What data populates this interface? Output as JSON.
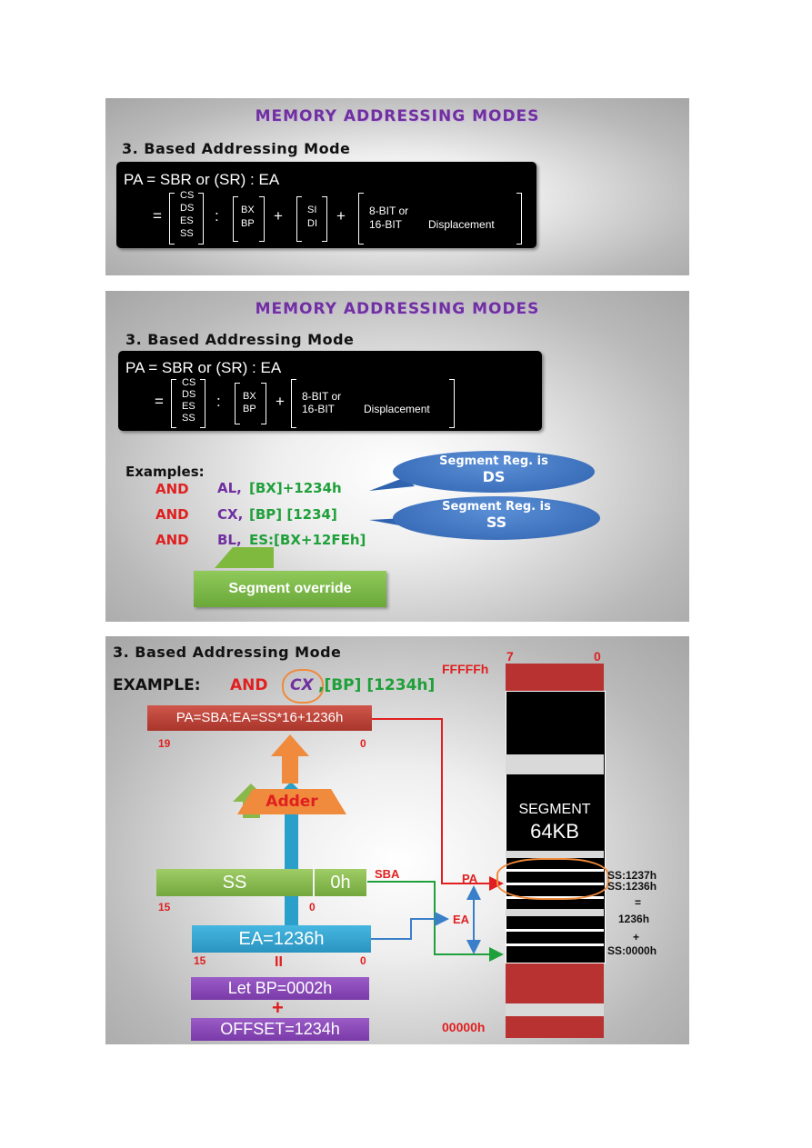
{
  "slide1": {
    "title": "MEMORY ADDRESSING MODES",
    "subtitle": "3. Based Addressing Mode",
    "formula": "PA = SBR or (SR) : EA",
    "eq": "=",
    "segs": [
      "CS",
      "DS",
      "ES",
      "SS"
    ],
    "colon": ":",
    "base": [
      "BX",
      "BP"
    ],
    "plus": "+",
    "index": [
      "SI",
      "DI"
    ],
    "disp1": "8-BIT or",
    "disp2": "16-BIT",
    "disp_word": "Displacement"
  },
  "slide2": {
    "title": "MEMORY ADDRESSING MODES",
    "subtitle": "3. Based Addressing Mode",
    "formula": "PA = SBR or (SR) : EA",
    "eq": "=",
    "segs": [
      "CS",
      "DS",
      "ES",
      "SS"
    ],
    "colon": ":",
    "base": [
      "BX",
      "BP"
    ],
    "plus": "+",
    "disp1": "8-BIT or",
    "disp2": "16-BIT",
    "disp_word": "Displacement",
    "examples_label": "Examples:",
    "examples": [
      {
        "op": "AND",
        "reg": "AL,",
        "mem": "[BX]+1234h"
      },
      {
        "op": "AND",
        "reg": "CX,",
        "mem": "[BP] [1234]"
      },
      {
        "op": "AND",
        "reg": "BL,",
        "mem": "ES:[BX+12FEh]"
      }
    ],
    "bubble1_l1": "Segment Reg. is",
    "bubble1_l2": "DS",
    "bubble2_l1": "Segment Reg. is",
    "bubble2_l2": "SS",
    "override": "Segment override"
  },
  "slide3": {
    "subtitle": "3. Based Addressing Mode",
    "example_label": "EXAMPLE:",
    "ex_op": "AND",
    "ex_reg": "CX",
    "ex_mem": ",[BP] [1234h]",
    "pa_box": "PA=SBA:EA=SS*16+1236h",
    "pa_hi": "19",
    "pa_lo": "0",
    "adder": "Adder",
    "ss": "SS",
    "zero_h": "0h",
    "sba": "SBA",
    "ss_hi": "15",
    "ss_lo": "0",
    "ea_box": "EA=1236h",
    "ea_hi": "15",
    "ea_lo": "0",
    "equals_sign": "II",
    "bp_box": "Let BP=0002h",
    "plus_sign": "+",
    "offset_box": "OFFSET=1234h",
    "pa_label": "PA",
    "ea_label": "EA",
    "top_addr": "FFFFFh",
    "bit7": "7",
    "bit0": "0",
    "bottom_addr": "00000h",
    "segment_l1": "SEGMENT",
    "segment_l2": "64KB",
    "mem_ss1237": "SS:1237h",
    "mem_ss1236": "SS:1236h",
    "mem_eq": "=",
    "mem_1236": "1236h",
    "mem_plus": "+",
    "mem_ss0000": "SS:0000h"
  },
  "colors": {
    "purple": "#7030a0",
    "red": "#e02020",
    "green": "#1fa03a",
    "blue": "#2f63b0",
    "orange": "#f08a3c",
    "darkred": "#c0392b",
    "teal": "#2a9fc9"
  }
}
